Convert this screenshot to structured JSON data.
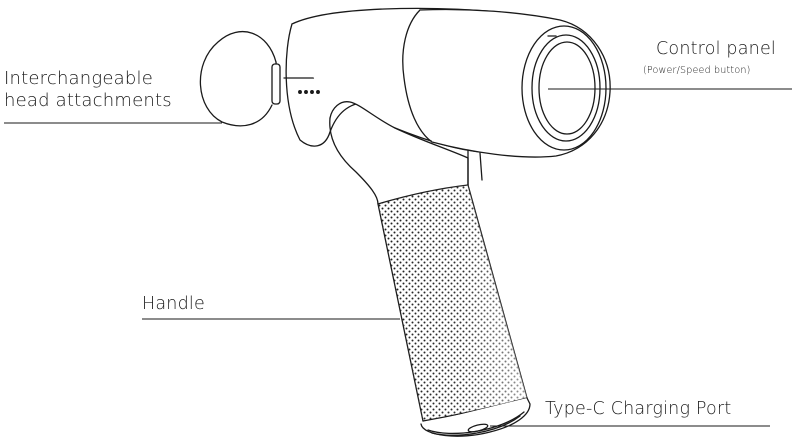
{
  "labels": {
    "head_attachments_line1": "Interchangeable",
    "head_attachments_line2": "head attachments",
    "control_panel": "Control panel",
    "control_panel_sub": "(Power/Speed button)",
    "handle": "Handle",
    "charging_port": "Type-C Charging Port"
  },
  "colors": {
    "stroke": "#1a1a1a",
    "background": "#ffffff"
  }
}
